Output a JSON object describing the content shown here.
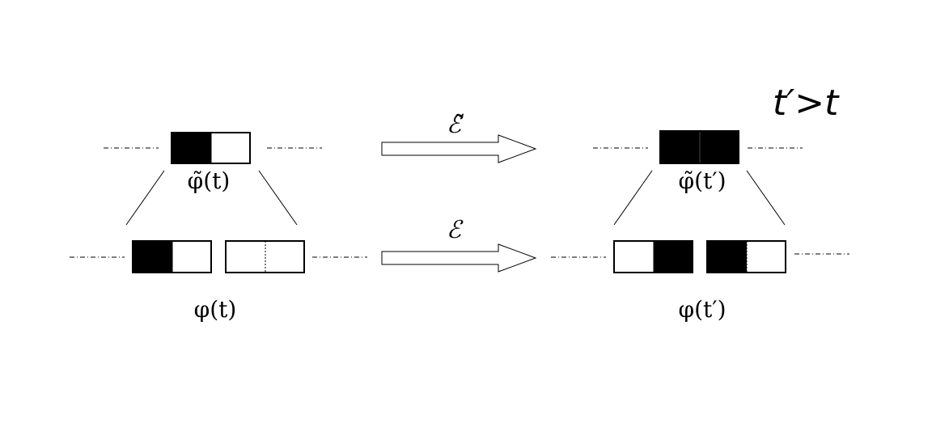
{
  "labels": {
    "condition": "t′>t",
    "phi_tilde_t": "φ̃(t)",
    "phi_tilde_tprime": "φ̃(t′)",
    "phi_t": "φ(t)",
    "phi_tprime": "φ(t′)",
    "map_coarse": "ℰ̃",
    "map_fine": "ℰ"
  },
  "cells": {
    "coarse_before": [
      "black",
      "white"
    ],
    "coarse_after": [
      "black",
      "black"
    ],
    "fine_before": [
      [
        "black",
        "white"
      ],
      [
        "white",
        "white"
      ]
    ],
    "fine_after": [
      [
        "white",
        "black"
      ],
      [
        "black",
        "white"
      ]
    ]
  },
  "colors": {
    "ink": "#000000",
    "paper": "#ffffff"
  }
}
